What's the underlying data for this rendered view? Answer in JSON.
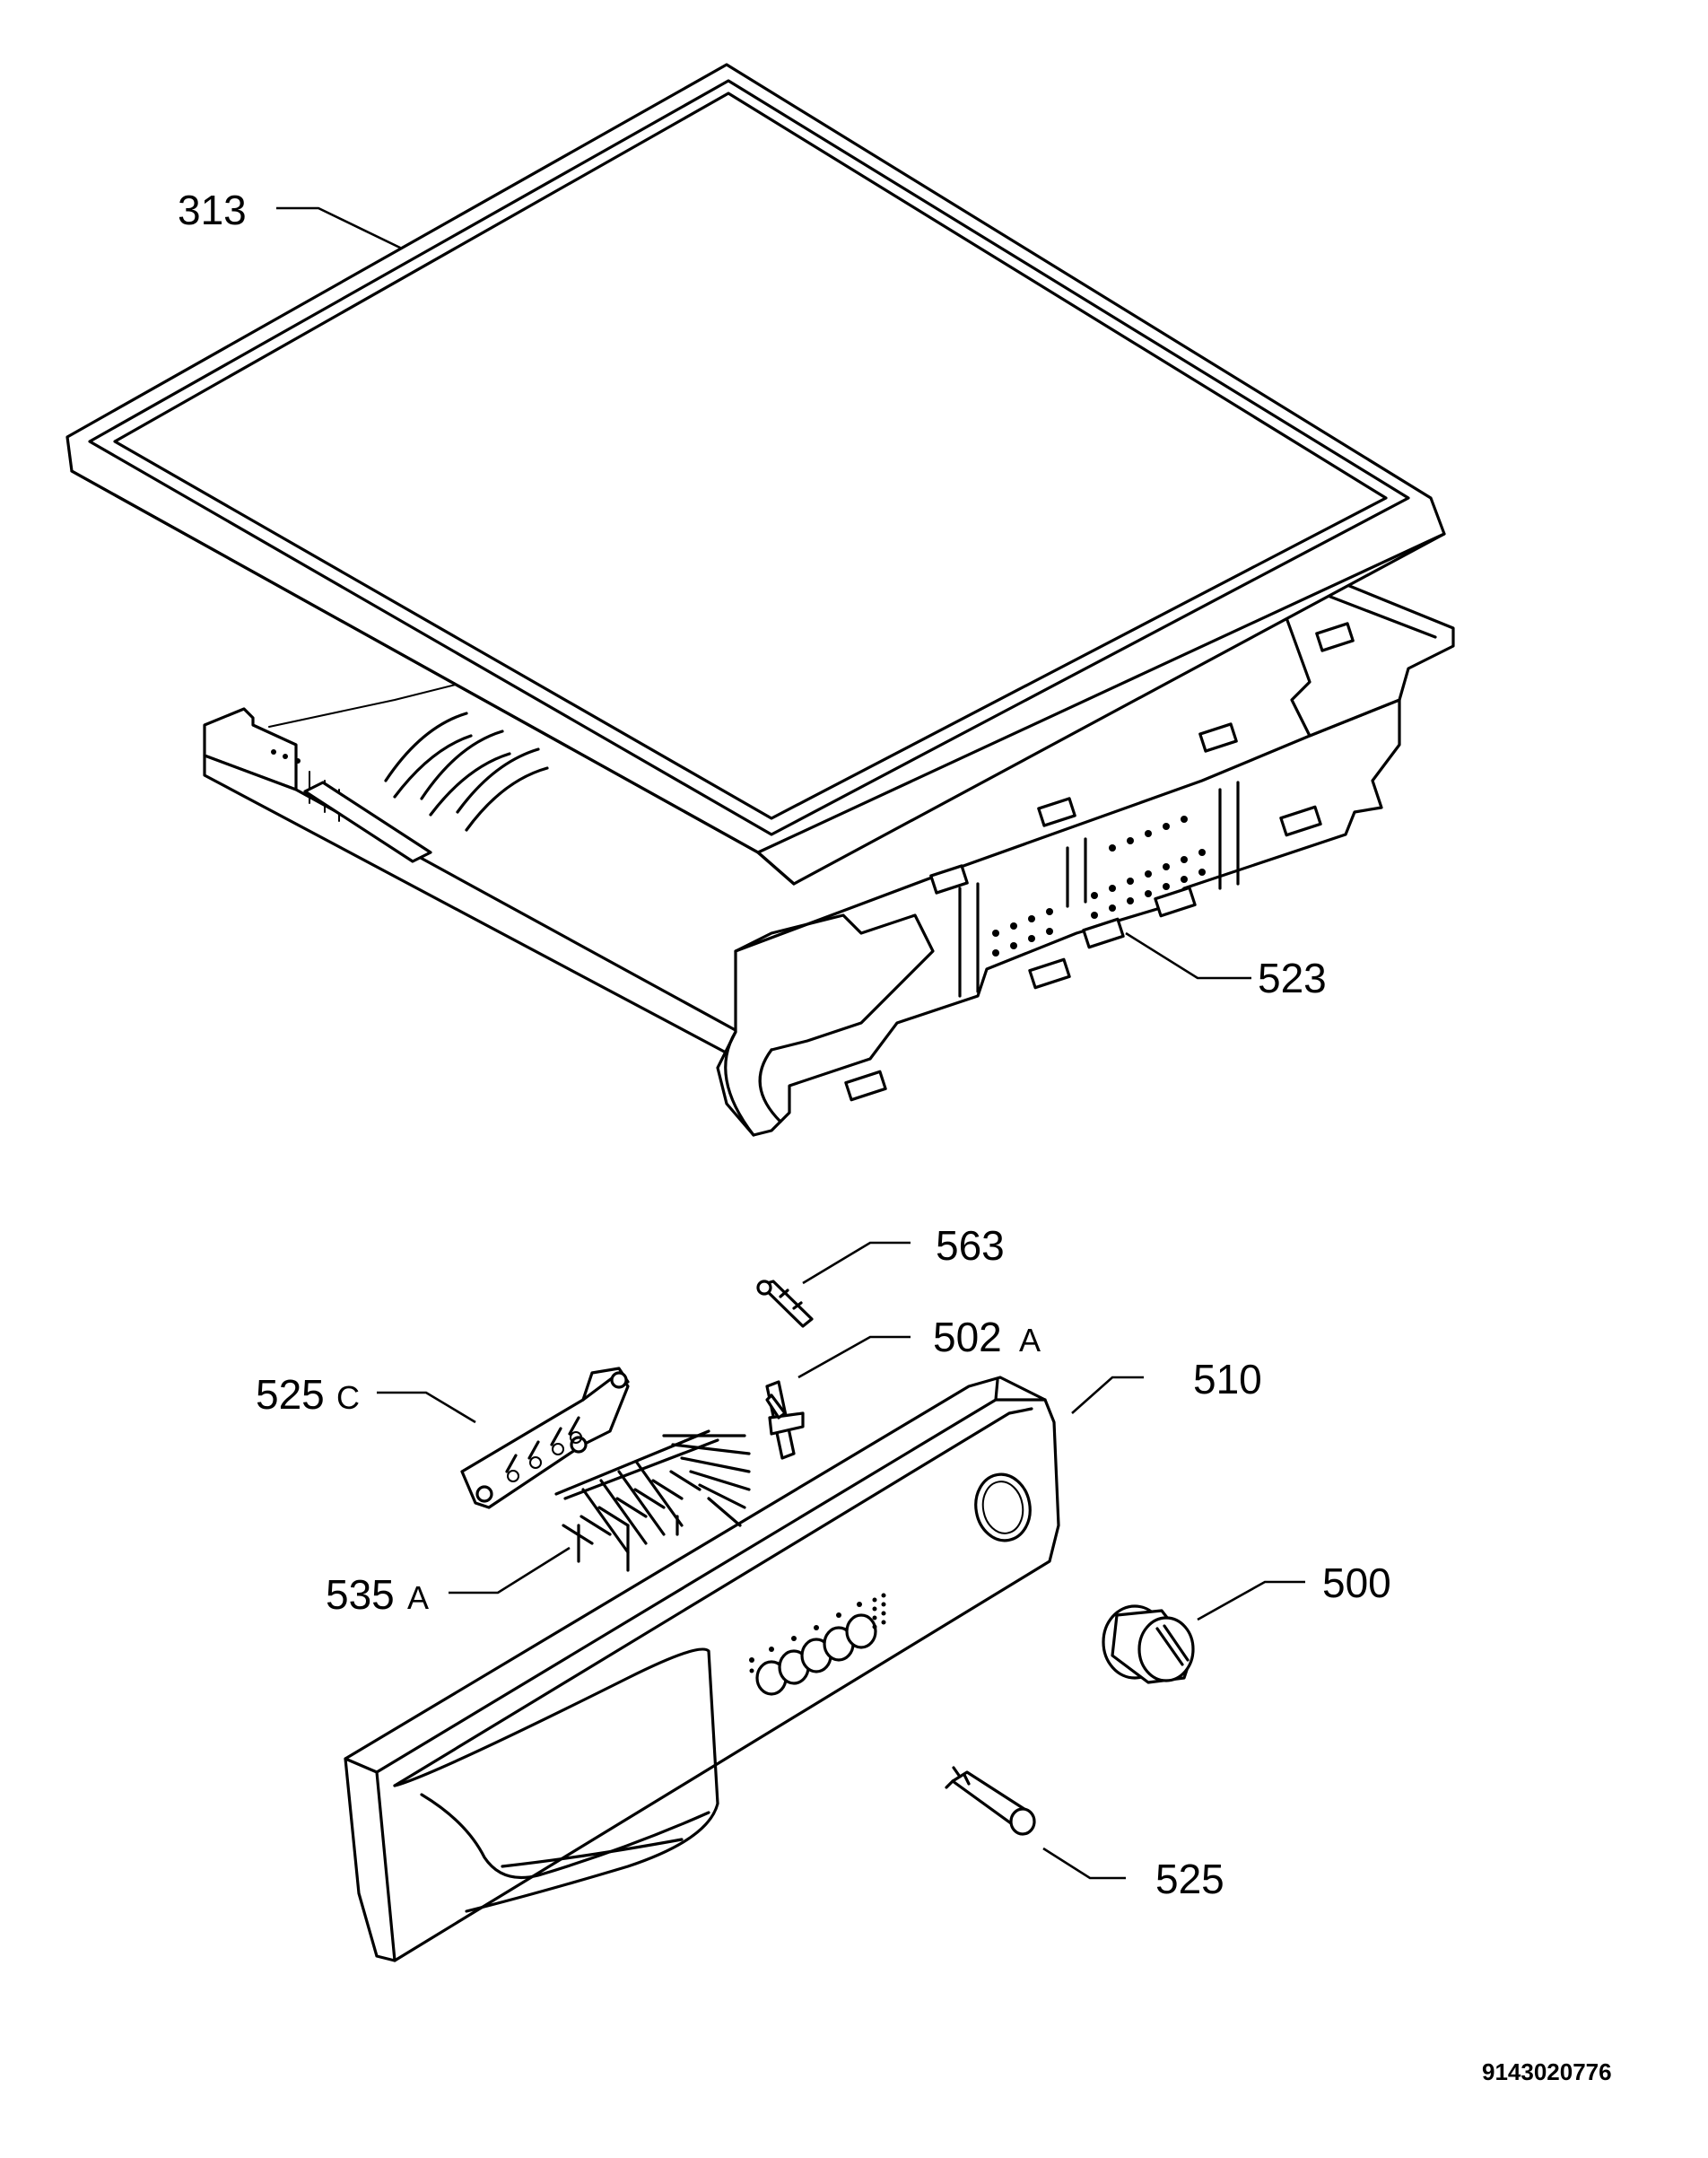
{
  "diagram": {
    "parts": [
      {
        "ref": "313",
        "suffix": "",
        "name": "worktop-lid"
      },
      {
        "ref": "523",
        "suffix": "",
        "name": "control-panel-support"
      },
      {
        "ref": "563",
        "suffix": "",
        "name": "pin"
      },
      {
        "ref": "502",
        "suffix": "A",
        "name": "lever"
      },
      {
        "ref": "510",
        "suffix": "",
        "name": "control-panel-fascia"
      },
      {
        "ref": "525",
        "suffix": "C",
        "name": "light-guide-bracket"
      },
      {
        "ref": "535",
        "suffix": "A",
        "name": "light-guide-rods"
      },
      {
        "ref": "500",
        "suffix": "",
        "name": "knob"
      },
      {
        "ref": "525",
        "suffix": "",
        "name": "push-rod"
      }
    ],
    "document_id": "9143020776"
  }
}
